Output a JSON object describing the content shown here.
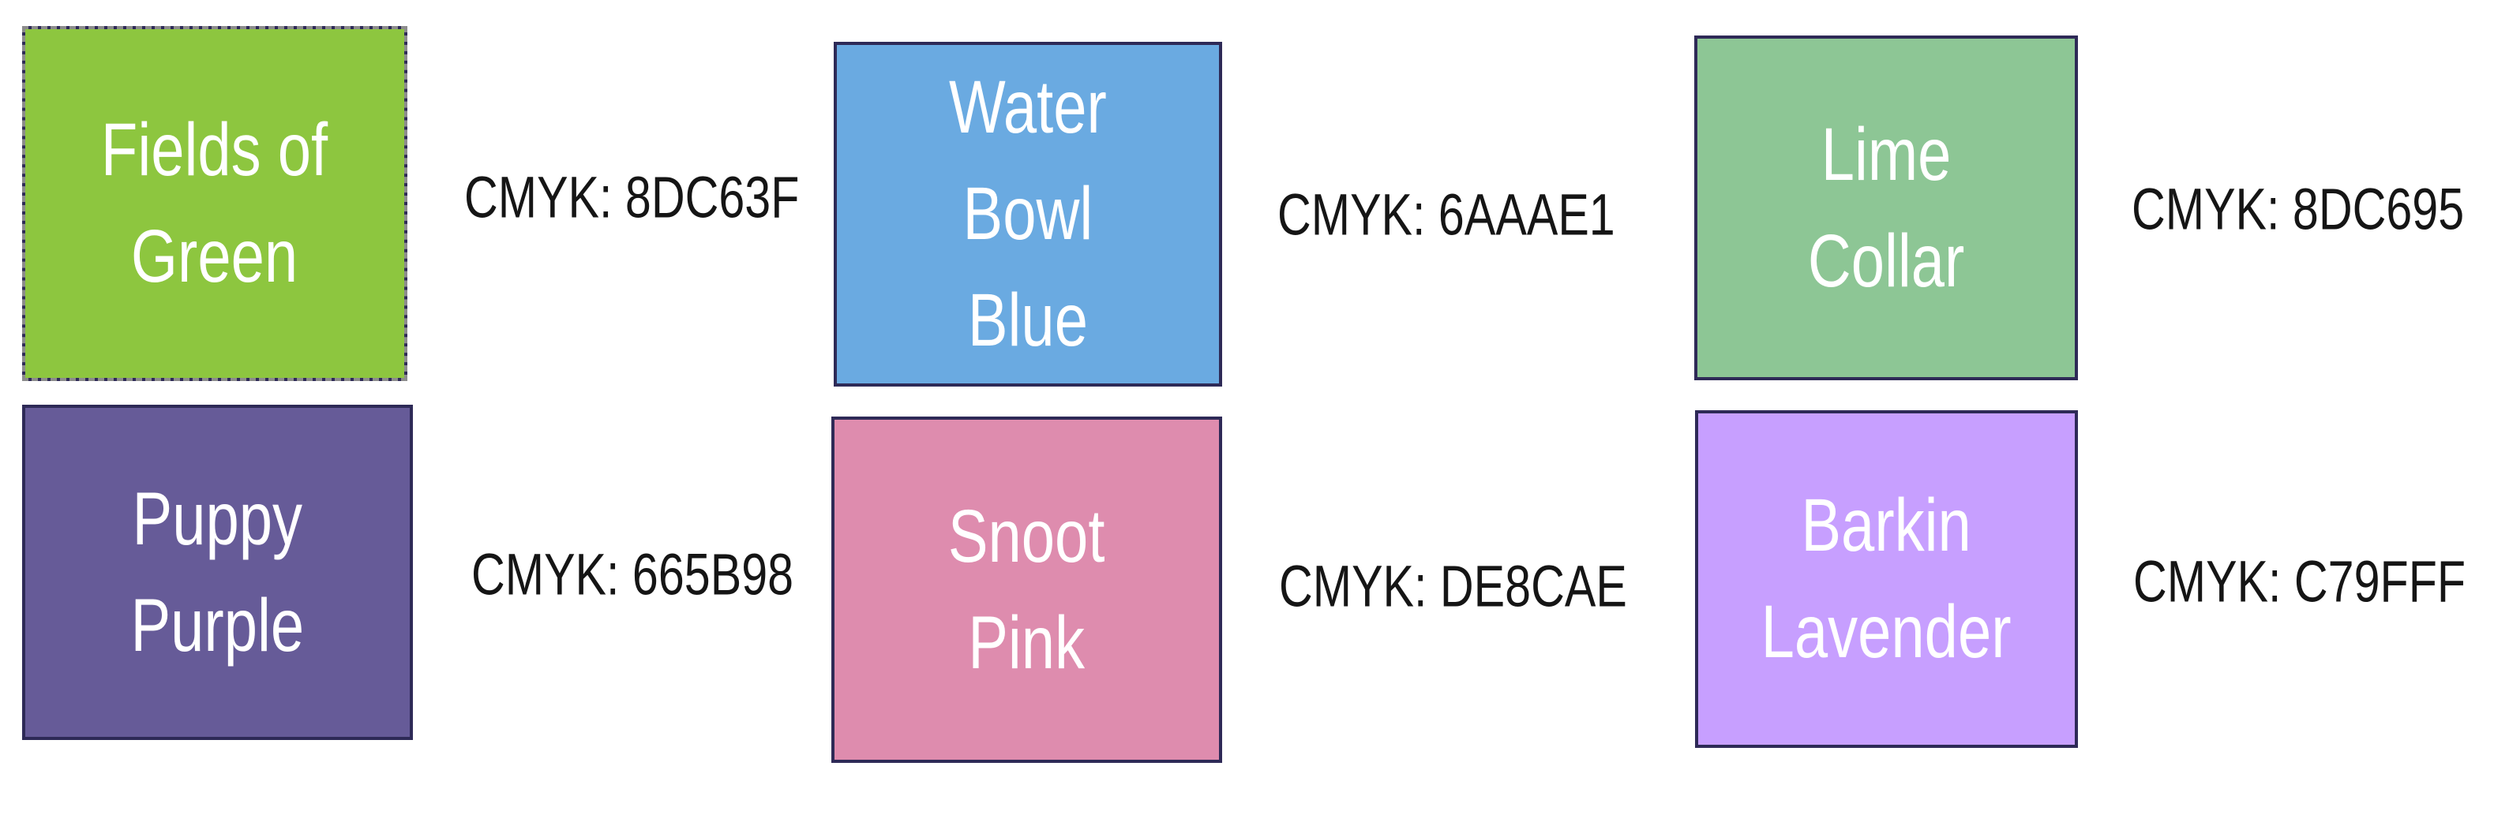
{
  "canvas": {
    "background": "#FFFFFF"
  },
  "colors": {
    "swatch_border": "#2E2A57",
    "selection_dash": "#8C8C8C",
    "swatch_text": "#FFFFFF",
    "cmyk_text": "#151515"
  },
  "palette": {
    "swatches": [
      {
        "name": "Fields of Green",
        "display": "Fields of\nGreen",
        "cmyk_text": "CMYK: 8DC63F",
        "hex": "#8DC63F",
        "selected": true
      },
      {
        "name": "Water Bowl Blue",
        "display": "Water\nBowl\nBlue",
        "cmyk_text": "CMYK: 6AAAE1",
        "hex": "#6AAAE1",
        "selected": false
      },
      {
        "name": "Lime Collar",
        "display": "Lime\nCollar",
        "cmyk_text": "CMYK: 8DC695",
        "hex": "#8DC695",
        "selected": false
      },
      {
        "name": "Puppy Purple",
        "display": "Puppy\nPurple",
        "cmyk_text": "CMYK: 665B98",
        "hex": "#665B98",
        "selected": false
      },
      {
        "name": "Snoot Pink",
        "display": "Snoot\nPink",
        "cmyk_text": "CMYK: DE8CAE",
        "hex": "#DE8CAE",
        "selected": false
      },
      {
        "name": "Barkin Lavender",
        "display": "Barkin\nLavender",
        "cmyk_text": "CMYK: C79FFF",
        "hex": "#C79FFF",
        "selected": false
      }
    ]
  }
}
